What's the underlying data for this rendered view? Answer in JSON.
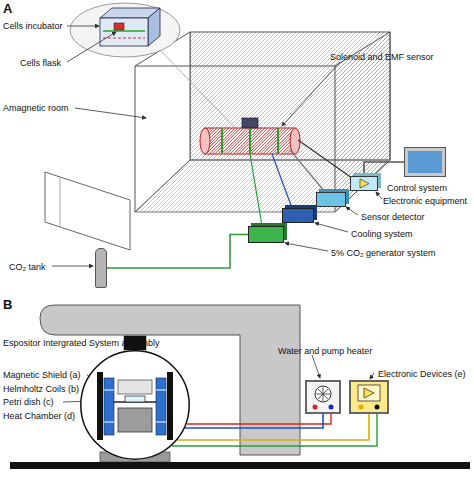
{
  "diagram": {
    "nodes": [
      {
        "text": [
          "Control system"
        ]
      },
      {
        "text": [
          "Electronic equipment"
        ]
      },
      {
        "text": [
          "Sensor detector"
        ]
      },
      {
        "text": [
          "Cooling system"
        ]
      },
      {
        "text": [
          "5% CO₂ generator system"
        ]
      },
      {
        "text": [
          "CO₂ tank"
        ]
      },
      {
        "text": [
          "Espositor Intergrated System assembly"
        ]
      },
      {
        "text": [
          "Water and pump heater"
        ]
      },
      {
        "text": [
          "Electronic Devices (e)"
        ]
      }
    ],
    "edges": [
      {
        "from": 1,
        "to": 0,
        "arrow": "none"
      },
      {
        "from": 5,
        "to": 4,
        "arrow": "none"
      },
      {
        "from": 7,
        "to": 6,
        "arrow": "none"
      },
      {
        "from": 8,
        "to": 6,
        "arrow": "none"
      }
    ],
    "labels": [
      "A",
      "Cells incubator",
      "Cells flask",
      "Solenoid and EMF sensor",
      "Amagnetic room",
      "B",
      "Magnetic Shield (a)",
      "Helmholtz Coils (b)",
      "Petri dish (c)",
      "Heat Chamber (d)"
    ]
  }
}
